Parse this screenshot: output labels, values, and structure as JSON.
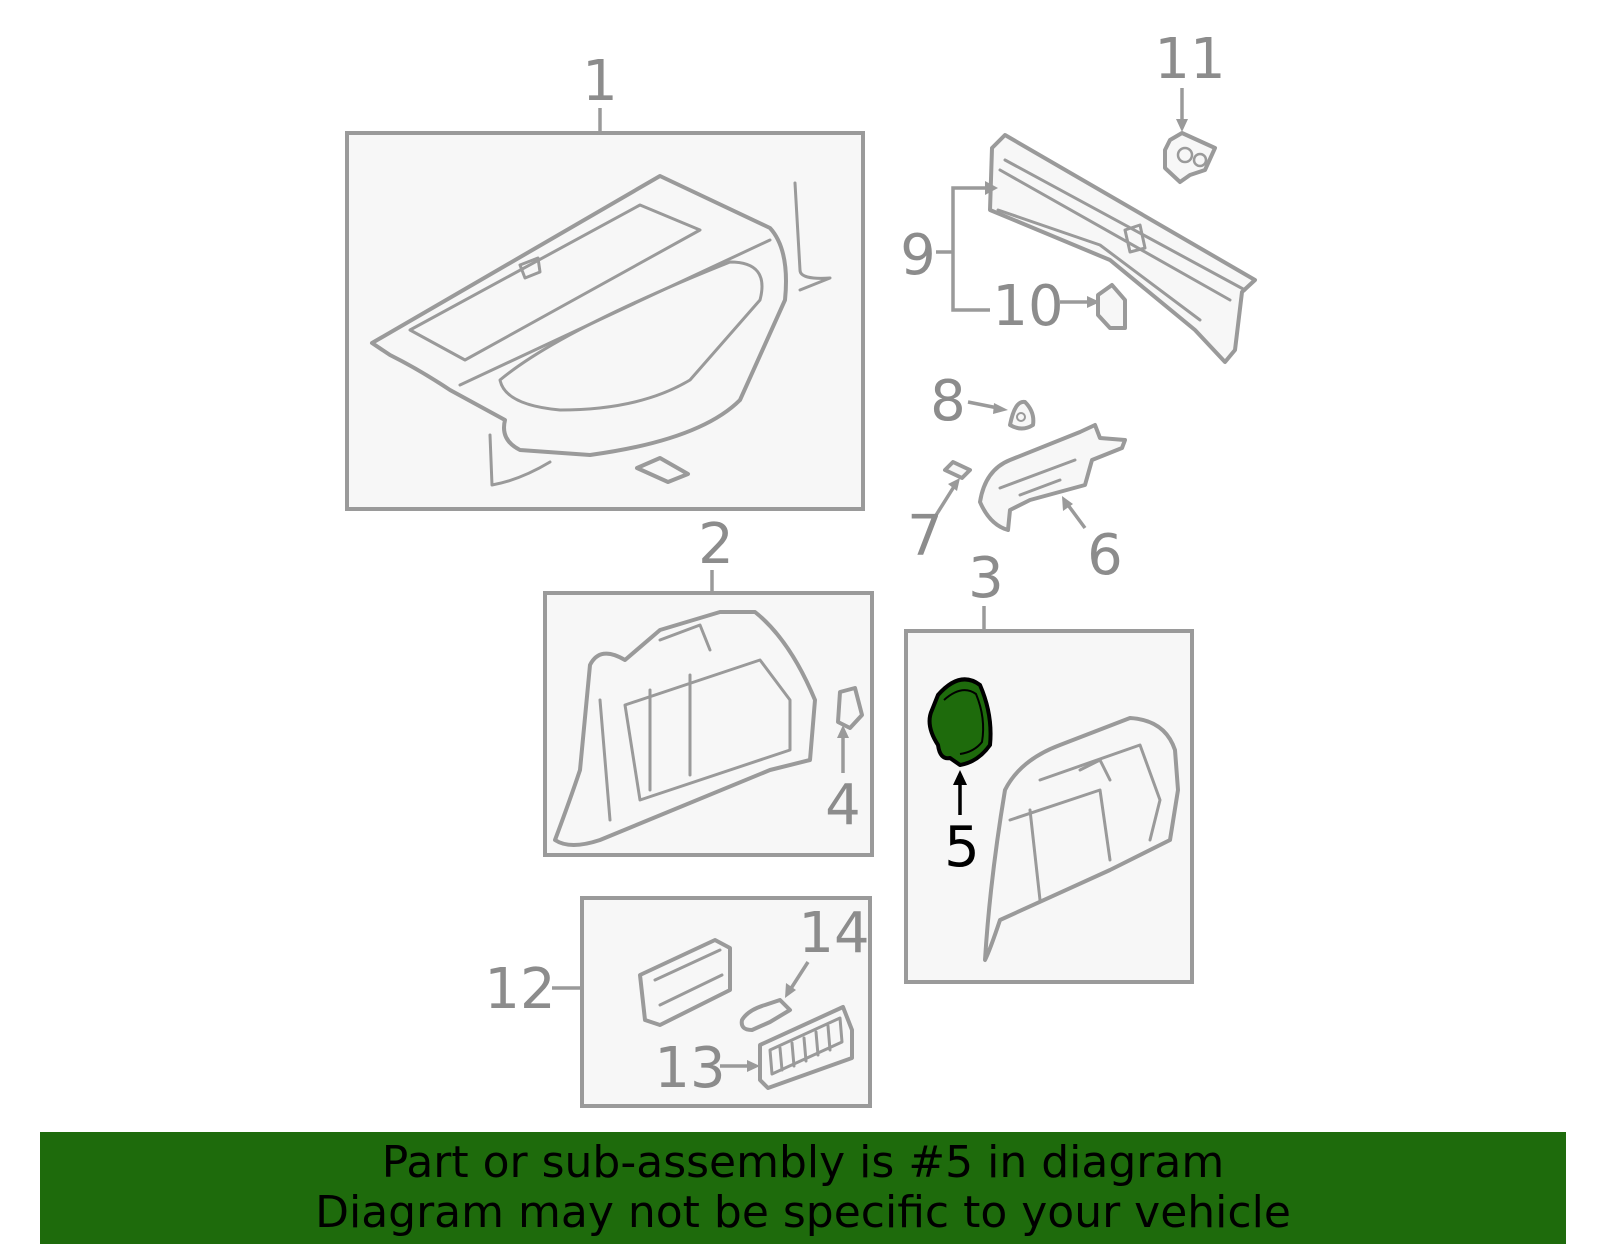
{
  "callouts": {
    "n1": "1",
    "n2": "2",
    "n3": "3",
    "n4": "4",
    "n5": "5",
    "n6": "6",
    "n7": "7",
    "n8": "8",
    "n9": "9",
    "n10": "10",
    "n11": "11",
    "n12": "12",
    "n13": "13",
    "n14": "14"
  },
  "highlight": {
    "part_number": "5",
    "color": "#1e6b0c"
  },
  "banner": {
    "line1": "Part or sub-assembly is #5 in diagram",
    "line2": "Diagram may not be specific to your vehicle",
    "background": "#1e6b0c"
  },
  "colors": {
    "line": "#9a9a9a",
    "box_fill": "#f7f7f7",
    "text_gray": "#8c8c8c"
  }
}
